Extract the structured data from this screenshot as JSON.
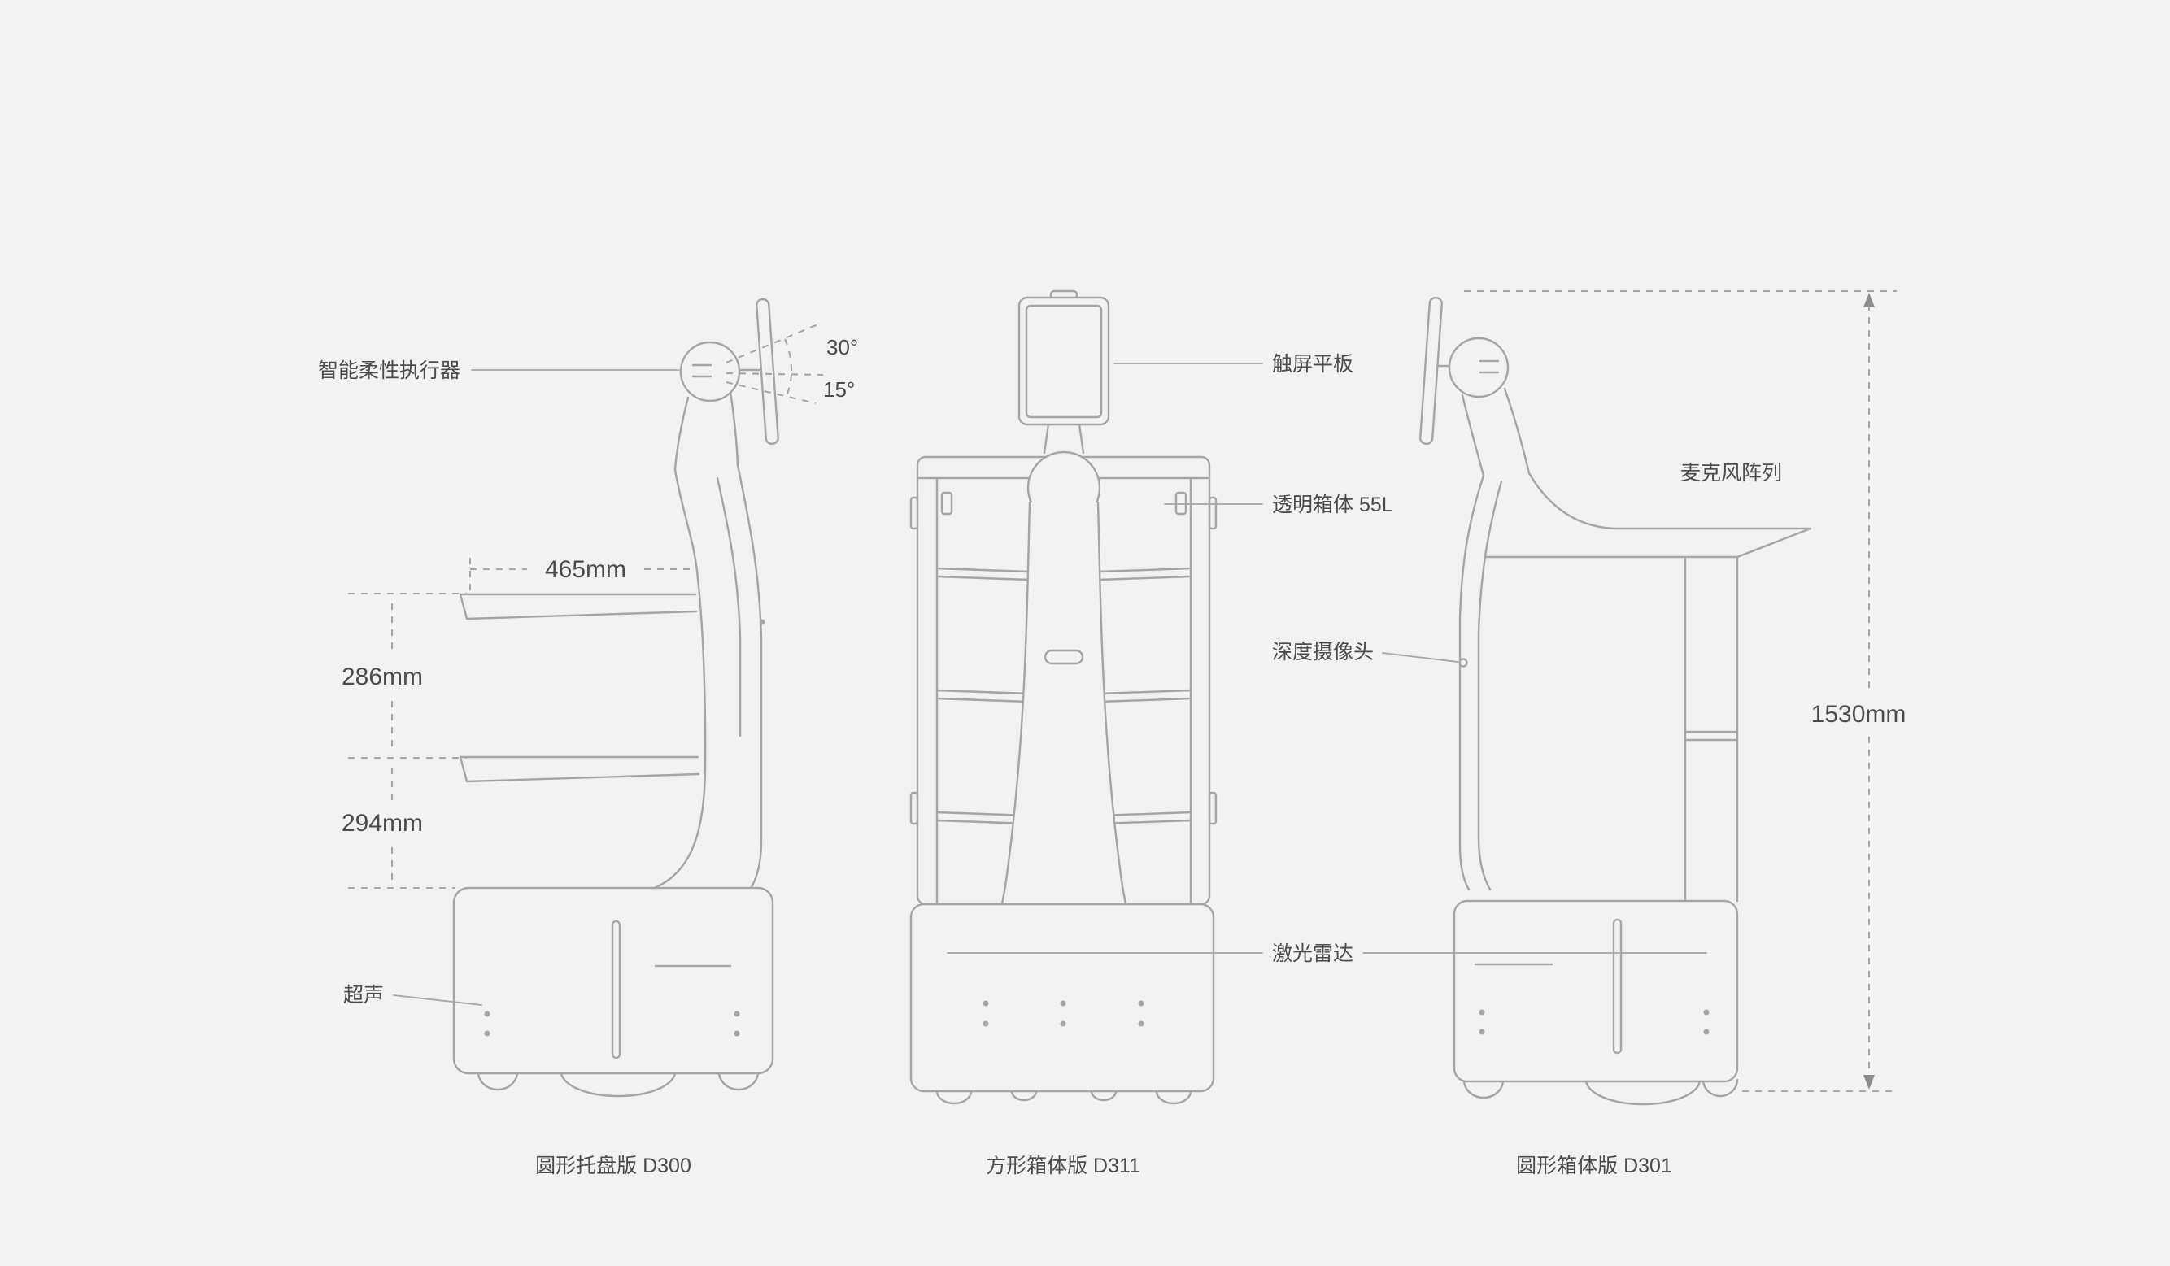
{
  "colors": {
    "background": "#f2f2f2",
    "line": "#a5a5a8",
    "text": "#4b4b4f"
  },
  "annotations": {
    "left": {
      "actuator": "智能柔性执行器",
      "angle_30": "30°",
      "angle_15": "15°",
      "dim_width": "465mm",
      "dim_upper": "286mm",
      "dim_lower": "294mm",
      "ultrasonic": "超声"
    },
    "middle": {
      "touchscreen": "触屏平板",
      "transparent_box": "透明箱体 55L",
      "depth_camera": "深度摄像头",
      "lidar": "激光雷达"
    },
    "right": {
      "mic_array": "麦克风阵列",
      "dim_height": "1530mm"
    }
  },
  "captions": {
    "d300": "圆形托盘版 D300",
    "d311": "方形箱体版 D311",
    "d301": "圆形箱体版 D301"
  }
}
